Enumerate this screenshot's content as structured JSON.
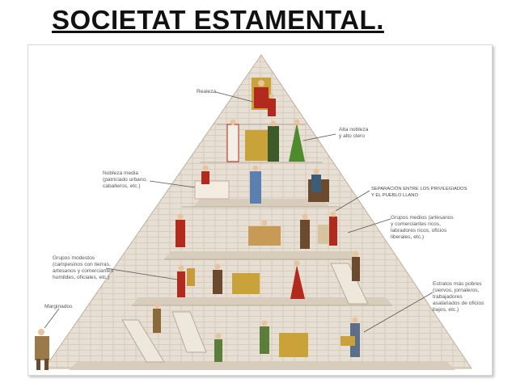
{
  "slide": {
    "title": "SOCIETAT ESTAMENTAL."
  },
  "diagram": {
    "labels": {
      "realeza": "Realeza",
      "alta_nobleza": "Alta nobleza\ny alto clero",
      "nobleza_media": "Nobleza media\n(patriciado urbano,\ncaballeros, etc.)",
      "separacion": "SEPARACIÓN ENTRE LOS PRIVILEGIADOS\nY EL PUEBLO LLANO",
      "grupos_medios": "Grupos medios (artesanos\ny comerciantes ricos,\nlabradores ricos, oficios\nliberales, etc.)",
      "grupos_modestos": "Grupos modestos\n(campesinos con tierras,\nartesanos y comerciantes\nhumildes, oficiales, etc.)",
      "estratos_pobres": "Estratos más pobres\n(siervos, jornaleros,\ntrabajadores\nasalariados de oficios\nbajos, etc.)",
      "marginados": "Marginados"
    }
  },
  "colors": {
    "stone": "#e6ddd0",
    "stone_dark": "#cfc2b1",
    "floor": "#d9cfc0",
    "leader": "#555555"
  }
}
